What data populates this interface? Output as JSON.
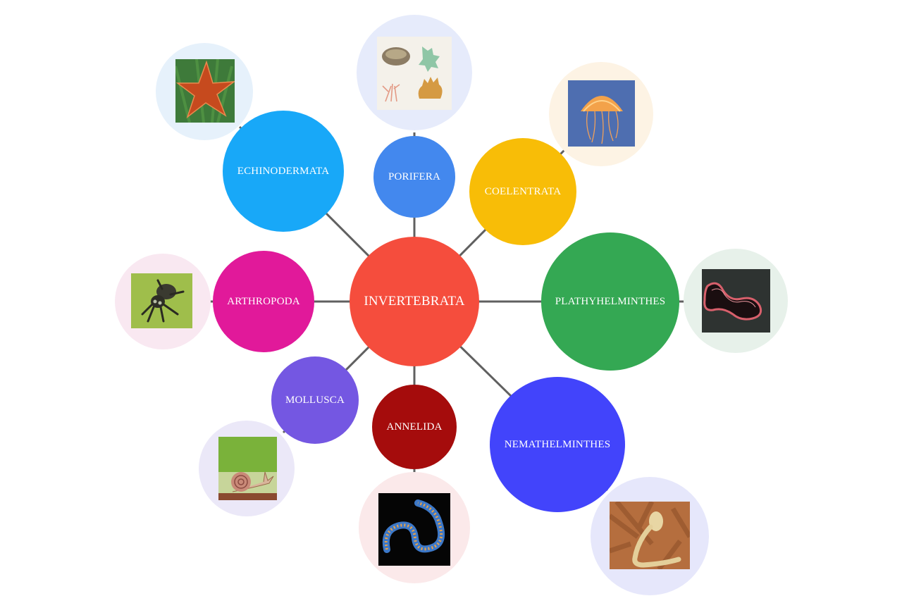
{
  "center": {
    "label": "INVERTEBRATA",
    "color": "#f54d3d"
  },
  "phyla": [
    {
      "id": "porifera",
      "label": "PORIFERA",
      "color": "#4388ee",
      "halo_color": "#e6ebfb",
      "image": "sponges-picture"
    },
    {
      "id": "coelentrata",
      "label": "COELENTRATA",
      "color": "#f8bd07",
      "halo_color": "#fdf3e4",
      "image": "jellyfish-picture"
    },
    {
      "id": "plathyhelminthes",
      "label": "PLATHYHELMINTHES",
      "color": "#34a853",
      "halo_color": "#e7f1ea",
      "image": "flatworm-picture"
    },
    {
      "id": "nemathelminthes",
      "label": "NEMATHELMINTHES",
      "color": "#4244fb",
      "halo_color": "#e6e7fb",
      "image": "roundworm-picture"
    },
    {
      "id": "annelida",
      "label": "ANNELIDA",
      "color": "#a50c0c",
      "halo_color": "#fbe9ea",
      "image": "bristleworm-picture"
    },
    {
      "id": "mollusca",
      "label": "MOLLUSCA",
      "color": "#7457e2",
      "halo_color": "#ebe8f8",
      "image": "snail-picture"
    },
    {
      "id": "arthropoda",
      "label": "ARTHROPODA",
      "color": "#e1199a",
      "halo_color": "#f9e8f1",
      "image": "spider-picture"
    },
    {
      "id": "echinodermata",
      "label": "ECHINODERMATA",
      "color": "#18a8f8",
      "halo_color": "#e6f1fb",
      "image": "starfish-picture"
    }
  ]
}
